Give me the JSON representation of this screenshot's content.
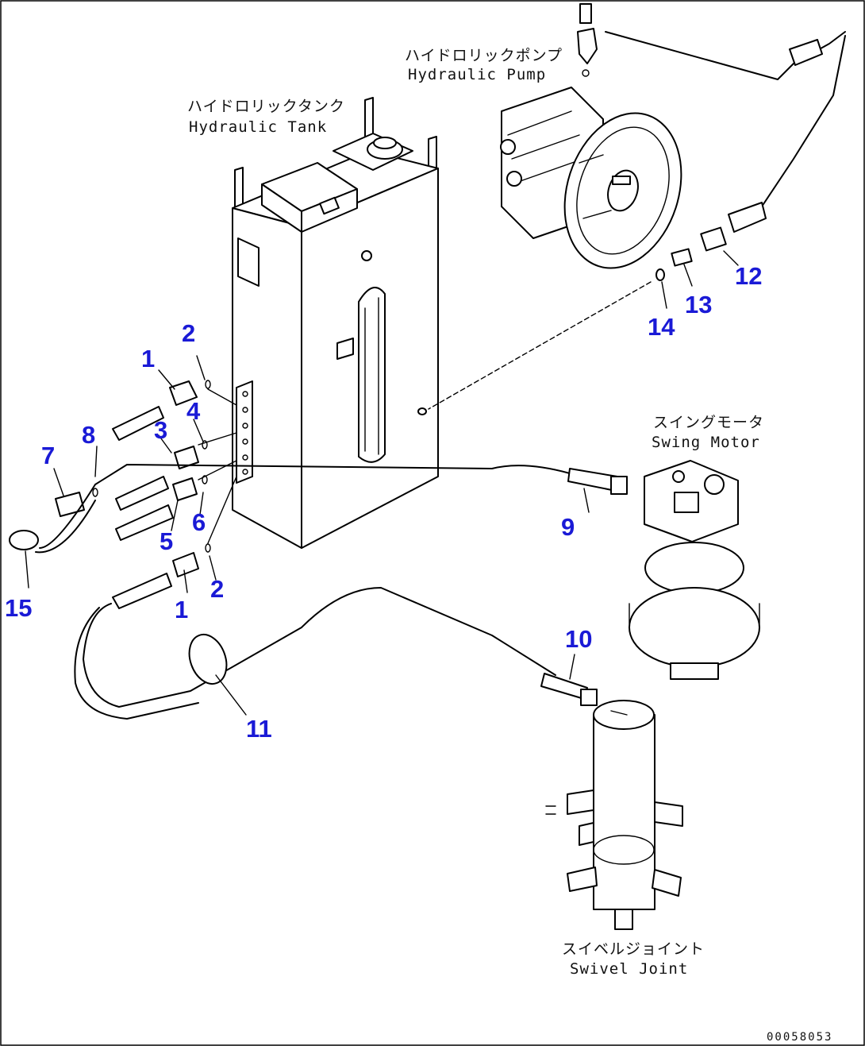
{
  "components": {
    "hydraulic_pump": {
      "jp": "ハイドロリックポンプ",
      "en": "Hydraulic Pump"
    },
    "hydraulic_tank": {
      "jp": "ハイドロリックタンク",
      "en": "Hydraulic Tank"
    },
    "swing_motor": {
      "jp": "スイングモータ",
      "en": "Swing Motor"
    },
    "swivel_joint": {
      "jp": "スイベルジョイント",
      "en": "Swivel Joint"
    }
  },
  "callouts": {
    "c1a": "1",
    "c1b": "1",
    "c2a": "2",
    "c2b": "2",
    "c3": "3",
    "c4": "4",
    "c5": "5",
    "c6": "6",
    "c7": "7",
    "c8": "8",
    "c9": "9",
    "c10": "10",
    "c11": "11",
    "c12": "12",
    "c13": "13",
    "c14": "14",
    "c15": "15"
  },
  "drawing_code": "00058053",
  "colors": {
    "callout": "#1a1ad6",
    "line": "#000000",
    "background": "#ffffff"
  }
}
